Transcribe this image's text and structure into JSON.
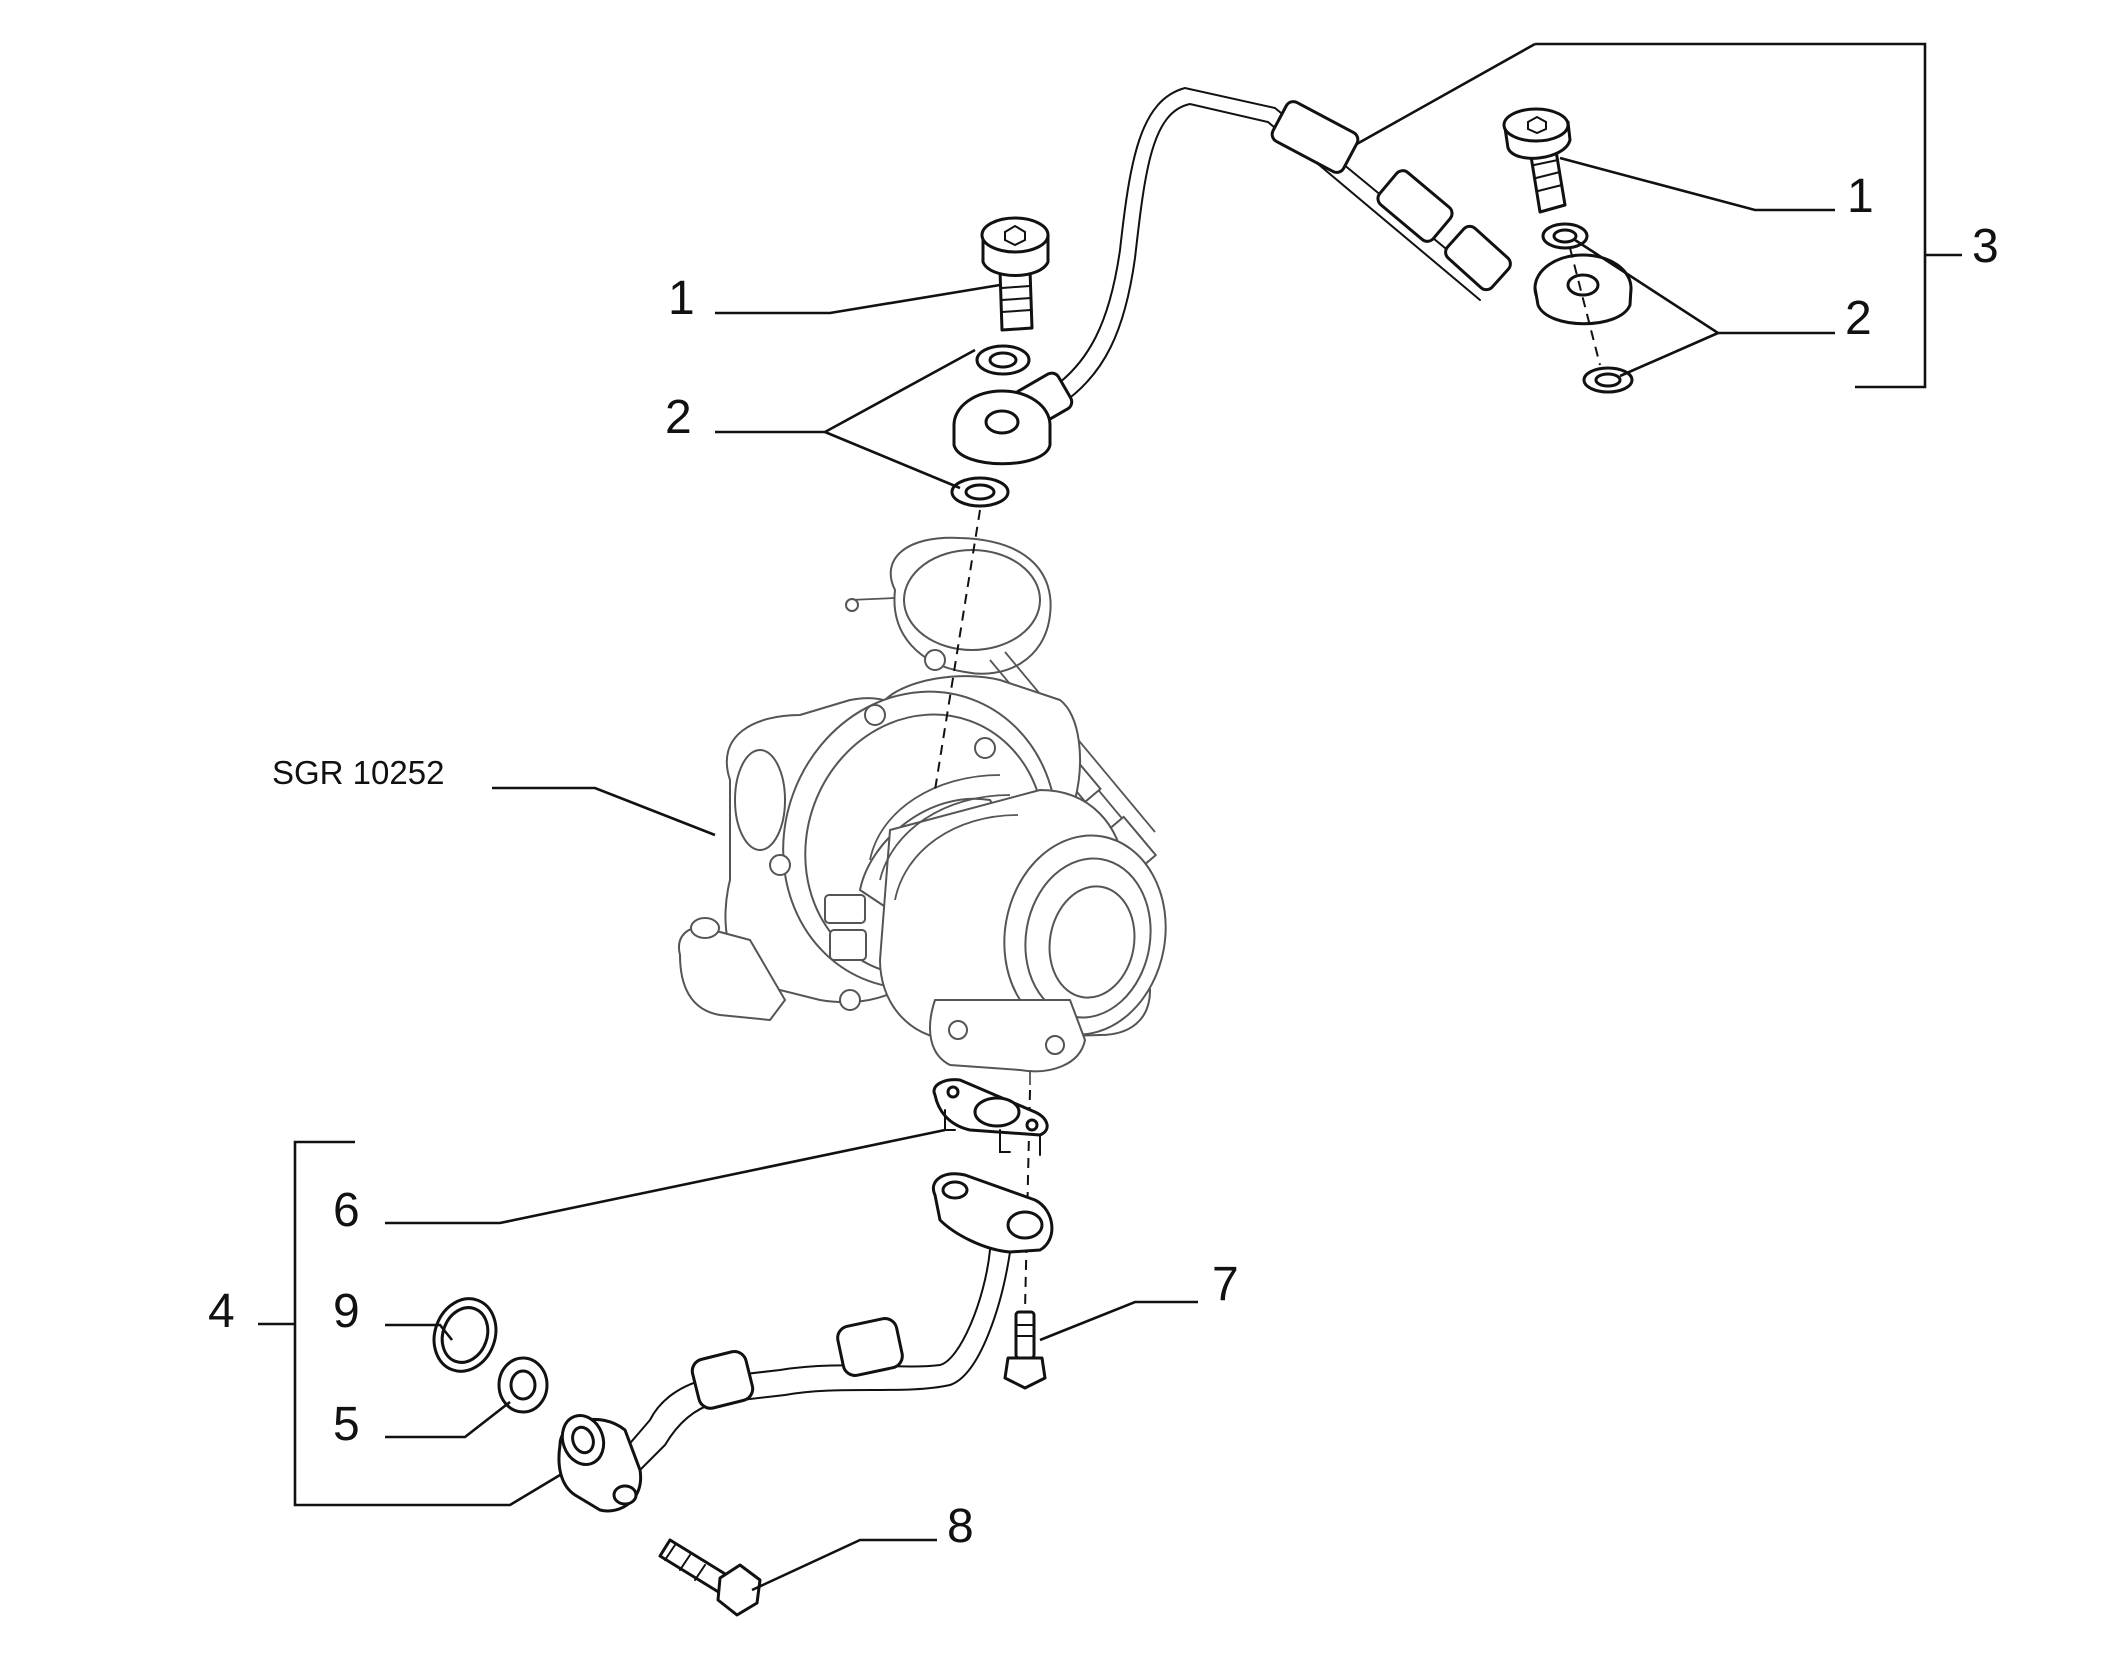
{
  "callouts": {
    "c1_left": "1",
    "c2_left": "2",
    "c1_right": "1",
    "c2_right": "2",
    "c3": "3",
    "c4": "4",
    "c5": "5",
    "c6": "6",
    "c7": "7",
    "c8": "8",
    "c9": "9"
  },
  "reference_label": "SGR 10252"
}
